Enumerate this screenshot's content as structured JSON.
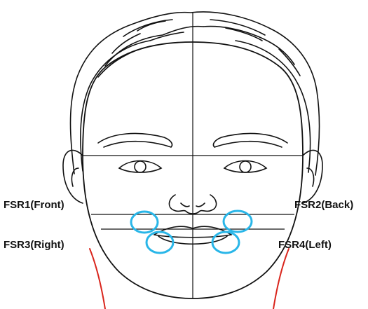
{
  "sensors": [
    {
      "id": "fsr1",
      "label": "FSR1(Front)"
    },
    {
      "id": "fsr2",
      "label": "FSR2(Back)"
    },
    {
      "id": "fsr3",
      "label": "FSR3(Right)"
    },
    {
      "id": "fsr4",
      "label": "FSR4(Left)"
    }
  ],
  "colors": {
    "line": "#111111",
    "sensor_ring": "#29b6e8",
    "neck": "#d9251c",
    "background": "#ffffff"
  }
}
